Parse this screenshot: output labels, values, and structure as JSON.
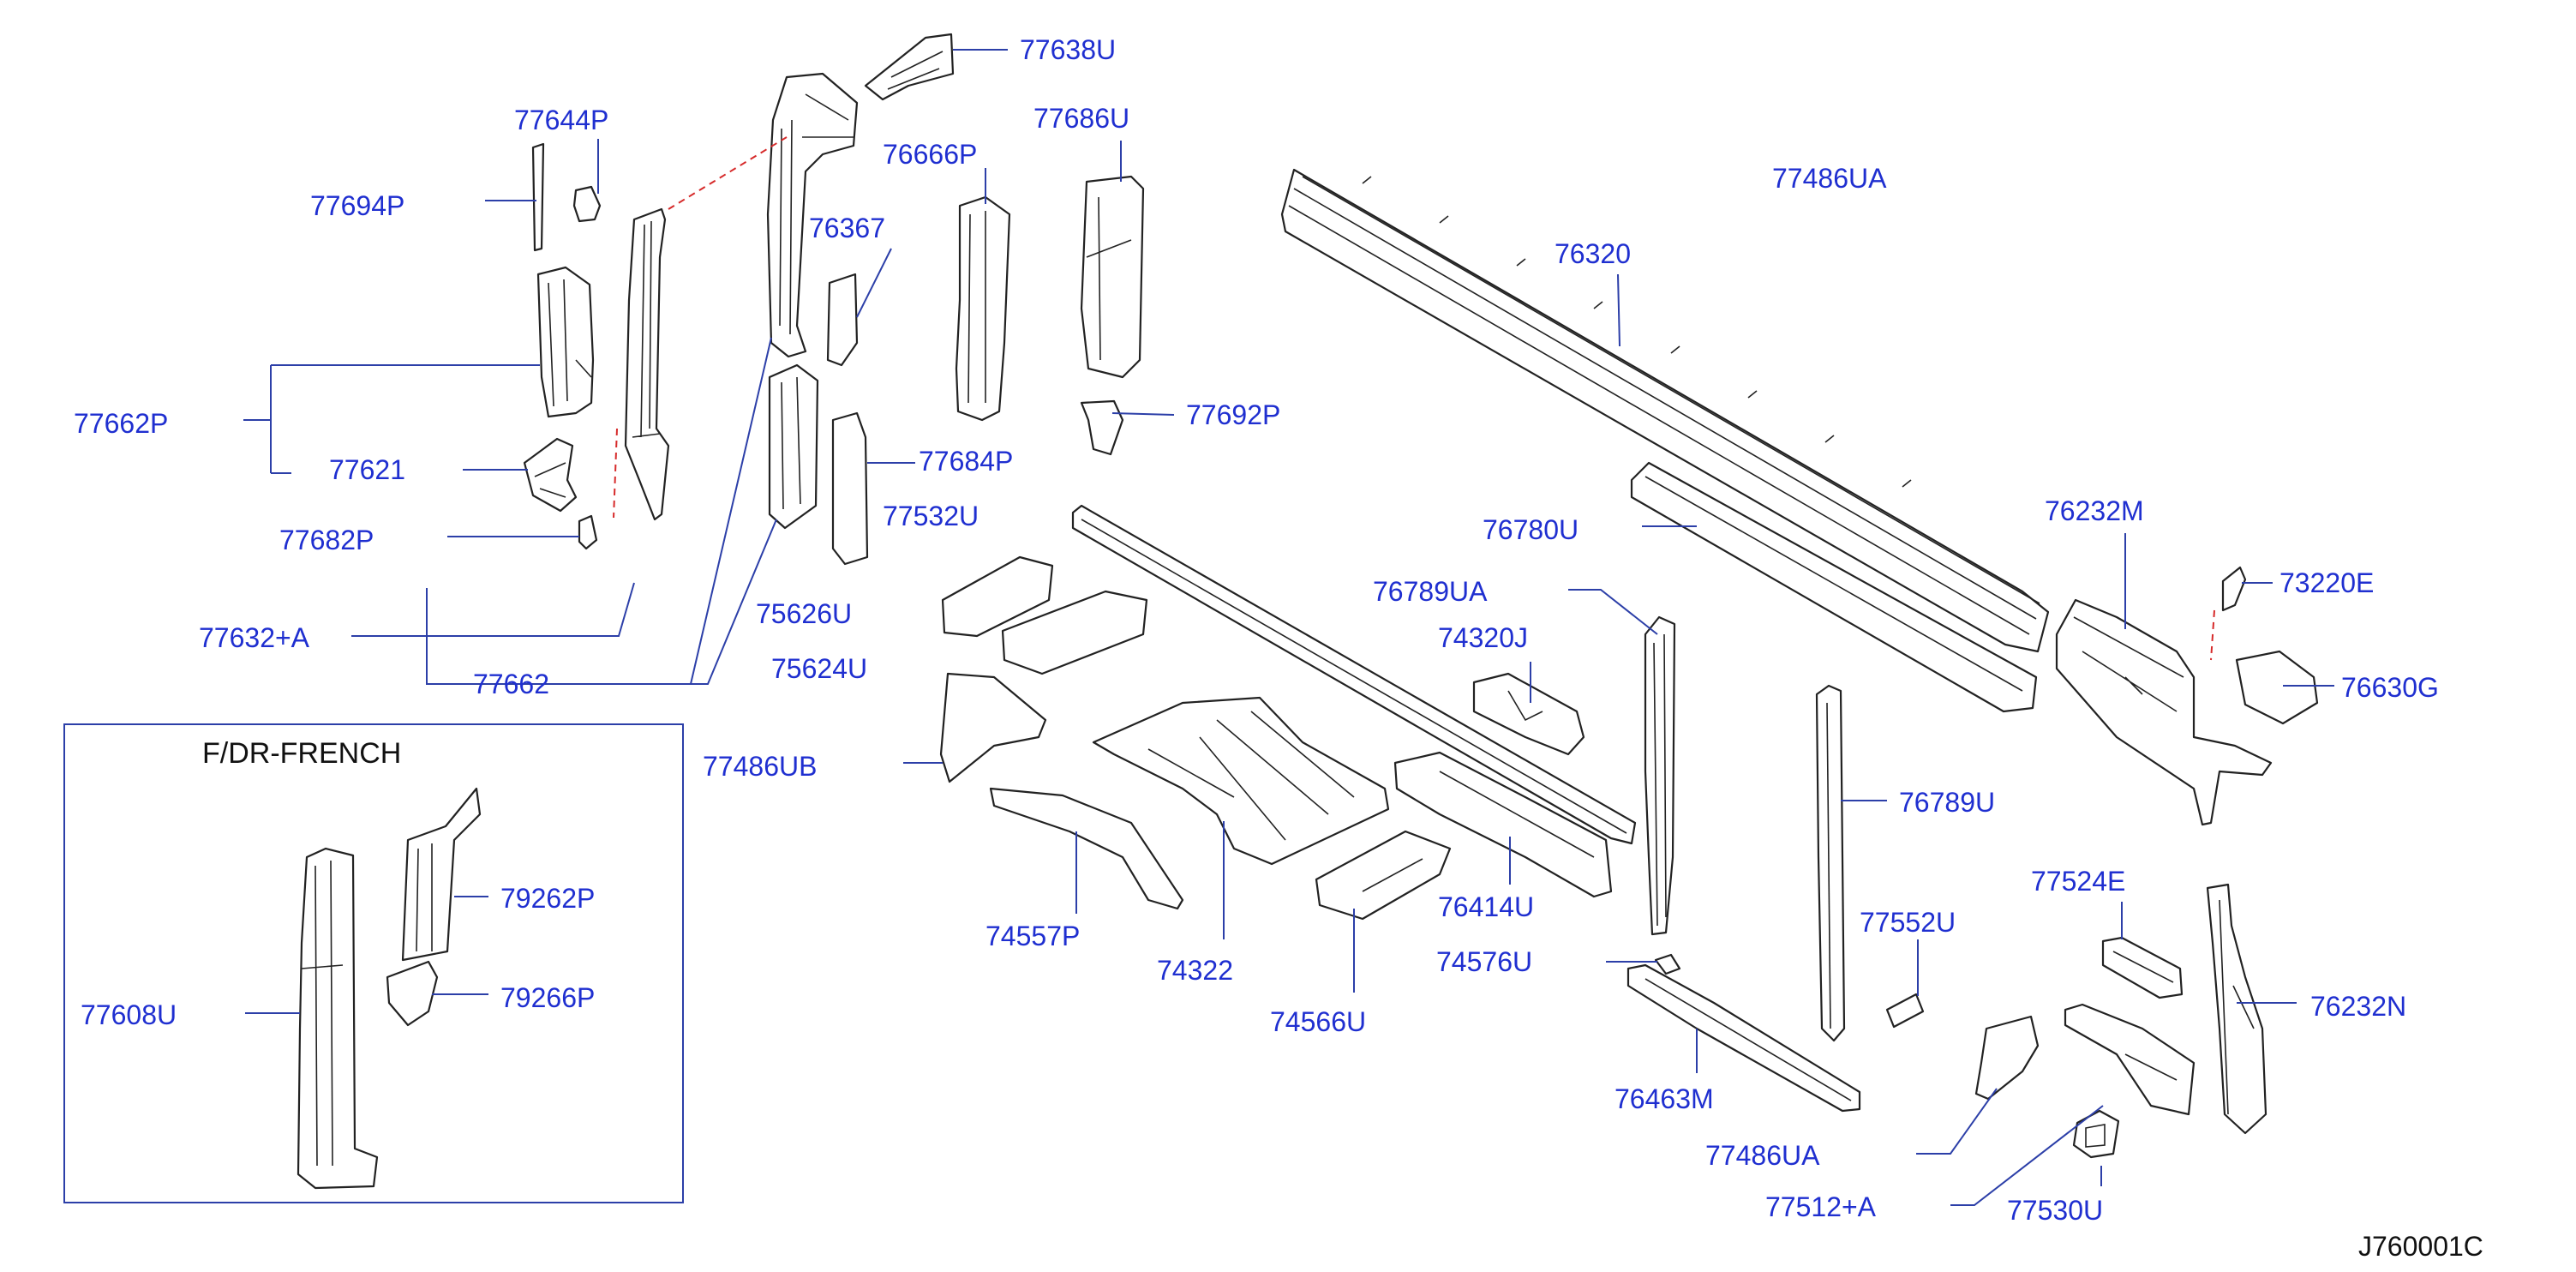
{
  "diagram": {
    "inset_title": "F/DR-FRENCH",
    "drawing_code": "J760001C",
    "labels": [
      {
        "id": "77638U",
        "text": "77638U"
      },
      {
        "id": "77644P",
        "text": "77644P"
      },
      {
        "id": "77686U",
        "text": "77686U"
      },
      {
        "id": "76666P",
        "text": "76666P"
      },
      {
        "id": "77694P",
        "text": "77694P"
      },
      {
        "id": "76367",
        "text": "76367"
      },
      {
        "id": "77486UA_top",
        "text": "77486UA"
      },
      {
        "id": "76320",
        "text": "76320"
      },
      {
        "id": "77662P",
        "text": "77662P"
      },
      {
        "id": "77692P",
        "text": "77692P"
      },
      {
        "id": "77621",
        "text": "77621"
      },
      {
        "id": "77684P",
        "text": "77684P"
      },
      {
        "id": "77532U",
        "text": "77532U"
      },
      {
        "id": "76232M",
        "text": "76232M"
      },
      {
        "id": "77682P",
        "text": "77682P"
      },
      {
        "id": "76780U",
        "text": "76780U"
      },
      {
        "id": "73220E",
        "text": "73220E"
      },
      {
        "id": "76789UA",
        "text": "76789UA"
      },
      {
        "id": "75626U",
        "text": "75626U"
      },
      {
        "id": "77632A",
        "text": "77632+A"
      },
      {
        "id": "74320J",
        "text": "74320J"
      },
      {
        "id": "75624U",
        "text": "75624U"
      },
      {
        "id": "76630G",
        "text": "76630G"
      },
      {
        "id": "77662",
        "text": "77662"
      },
      {
        "id": "77486UB",
        "text": "77486UB"
      },
      {
        "id": "76789U",
        "text": "76789U"
      },
      {
        "id": "79262P",
        "text": "79262P"
      },
      {
        "id": "76414U",
        "text": "76414U"
      },
      {
        "id": "77524E",
        "text": "77524E"
      },
      {
        "id": "74557P",
        "text": "74557P"
      },
      {
        "id": "77552U",
        "text": "77552U"
      },
      {
        "id": "74322",
        "text": "74322"
      },
      {
        "id": "74576U",
        "text": "74576U"
      },
      {
        "id": "79266P",
        "text": "79266P"
      },
      {
        "id": "76232N",
        "text": "76232N"
      },
      {
        "id": "77608U",
        "text": "77608U"
      },
      {
        "id": "74566U",
        "text": "74566U"
      },
      {
        "id": "76463M",
        "text": "76463M"
      },
      {
        "id": "77486UA_bottom",
        "text": "77486UA"
      },
      {
        "id": "77512A",
        "text": "77512+A"
      },
      {
        "id": "77530U",
        "text": "77530U"
      }
    ]
  },
  "colors": {
    "label": "#1f2fd0",
    "leader_line": "#2c3fa8",
    "dashed_link": "#d62a2a",
    "part_outline": "#222222"
  }
}
